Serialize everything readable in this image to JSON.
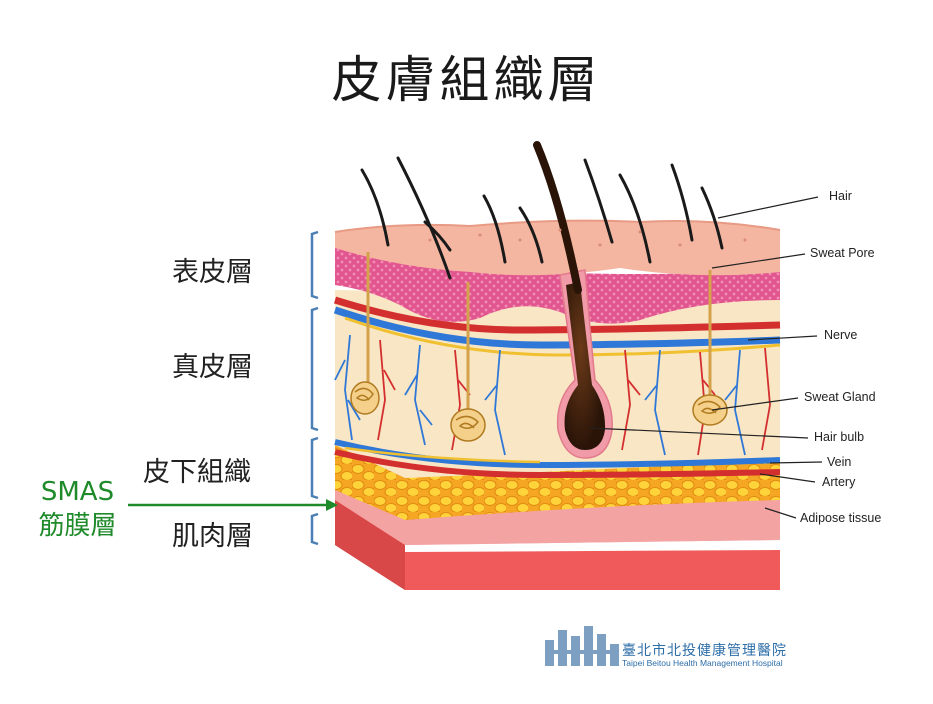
{
  "title": "皮膚組織層",
  "layers": {
    "epidermis": "表皮層",
    "dermis": "真皮層",
    "subcutaneous": "皮下組織",
    "muscle": "肌肉層"
  },
  "smas": {
    "line1": "SMAS",
    "line2": "筋膜層"
  },
  "callouts": {
    "hair": "Hair",
    "sweat_pore": "Sweat Pore",
    "nerve": "Nerve",
    "sweat_gland": "Sweat Gland",
    "hair_bulb": "Hair bulb",
    "vein": "Vein",
    "artery": "Artery",
    "adipose": "Adipose tissue"
  },
  "logo": {
    "name_cn": "臺北市北投健康管理醫院",
    "name_en": "Taipei Beitou Health Management Hospital"
  },
  "colors": {
    "smas_green": "#1e8a2a",
    "bracket_blue": "#4a7fb5",
    "logo_blue": "#2d6ea8"
  }
}
